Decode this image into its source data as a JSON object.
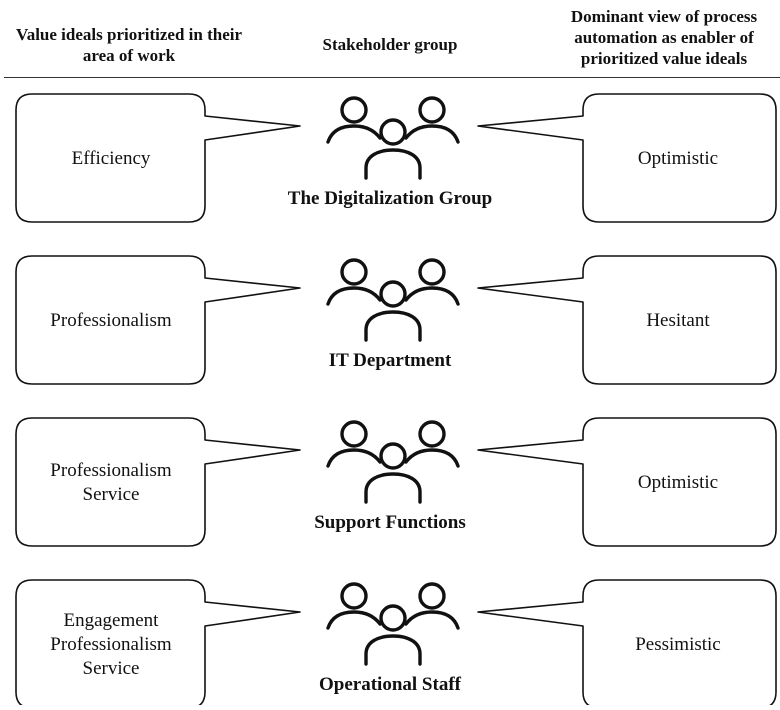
{
  "headers": {
    "left": "Value ideals prioritized in their area of work",
    "middle": "Stakeholder group",
    "right": "Dominant view of process automation as enabler of prioritized value ideals"
  },
  "rows": [
    {
      "group": "The Digitalization Group",
      "values": [
        "Efficiency"
      ],
      "view": "Optimistic"
    },
    {
      "group": "IT Department",
      "values": [
        "Professionalism"
      ],
      "view": "Hesitant"
    },
    {
      "group": "Support Functions",
      "values": [
        "Professionalism",
        "Service"
      ],
      "view": "Optimistic"
    },
    {
      "group": "Operational Staff",
      "values": [
        "Engagement",
        "Professionalism",
        "Service"
      ],
      "view": "Pessimistic"
    }
  ],
  "icons": {
    "group": "people-group-icon",
    "bubble": "speech-bubble-icon"
  },
  "colors": {
    "line": "#111111"
  }
}
